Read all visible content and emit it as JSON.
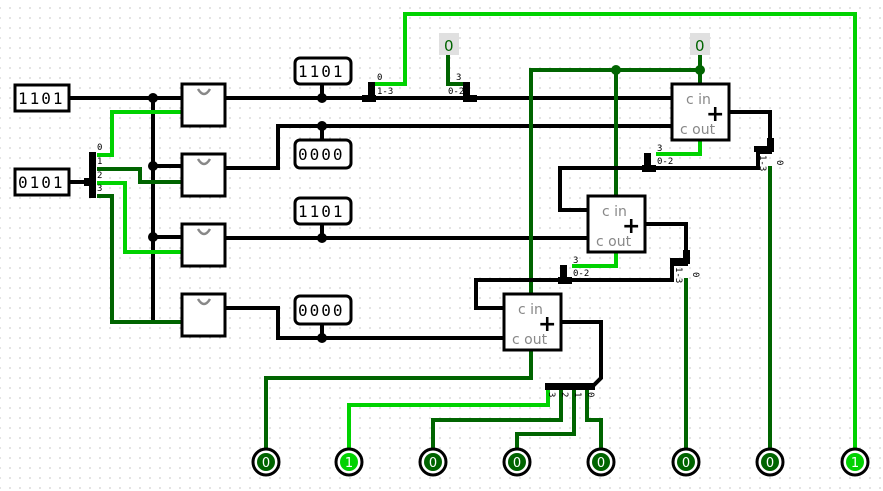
{
  "app": "Logisim circuit canvas",
  "colors": {
    "wire_bus": "#000000",
    "wire_zero": "#006400",
    "wire_one": "#00d200",
    "constant_bg": "#e0e0e0",
    "adder_label": "#888888"
  },
  "inputs": {
    "a": "1101",
    "b": "0101"
  },
  "splitter_b_labels": [
    "0",
    "1",
    "2",
    "3"
  ],
  "probes": [
    "1101",
    "0000",
    "1101",
    "0000"
  ],
  "constants": [
    "0",
    "0"
  ],
  "top_splitter_labels": {
    "left_single": "0",
    "left_range": "1-3",
    "right_single": "3",
    "right_range": "0-2"
  },
  "adders": [
    {
      "cin": "c in",
      "cout": "c out",
      "op": "+"
    },
    {
      "cin": "c in",
      "cout": "c out",
      "op": "+"
    },
    {
      "cin": "c in",
      "cout": "c out",
      "op": "+"
    }
  ],
  "mid_splitters": [
    {
      "single": "3",
      "range": "0-2"
    },
    {
      "single": "3",
      "range": "0-2"
    }
  ],
  "right_splitters": [
    {
      "single": "0",
      "range": "1-3"
    },
    {
      "single": "0",
      "range": "1-3"
    }
  ],
  "output_splitter_labels": [
    "3",
    "2",
    "1",
    "0"
  ],
  "outputs": [
    "0",
    "1",
    "0",
    "0",
    "0",
    "0",
    "0",
    "1"
  ]
}
